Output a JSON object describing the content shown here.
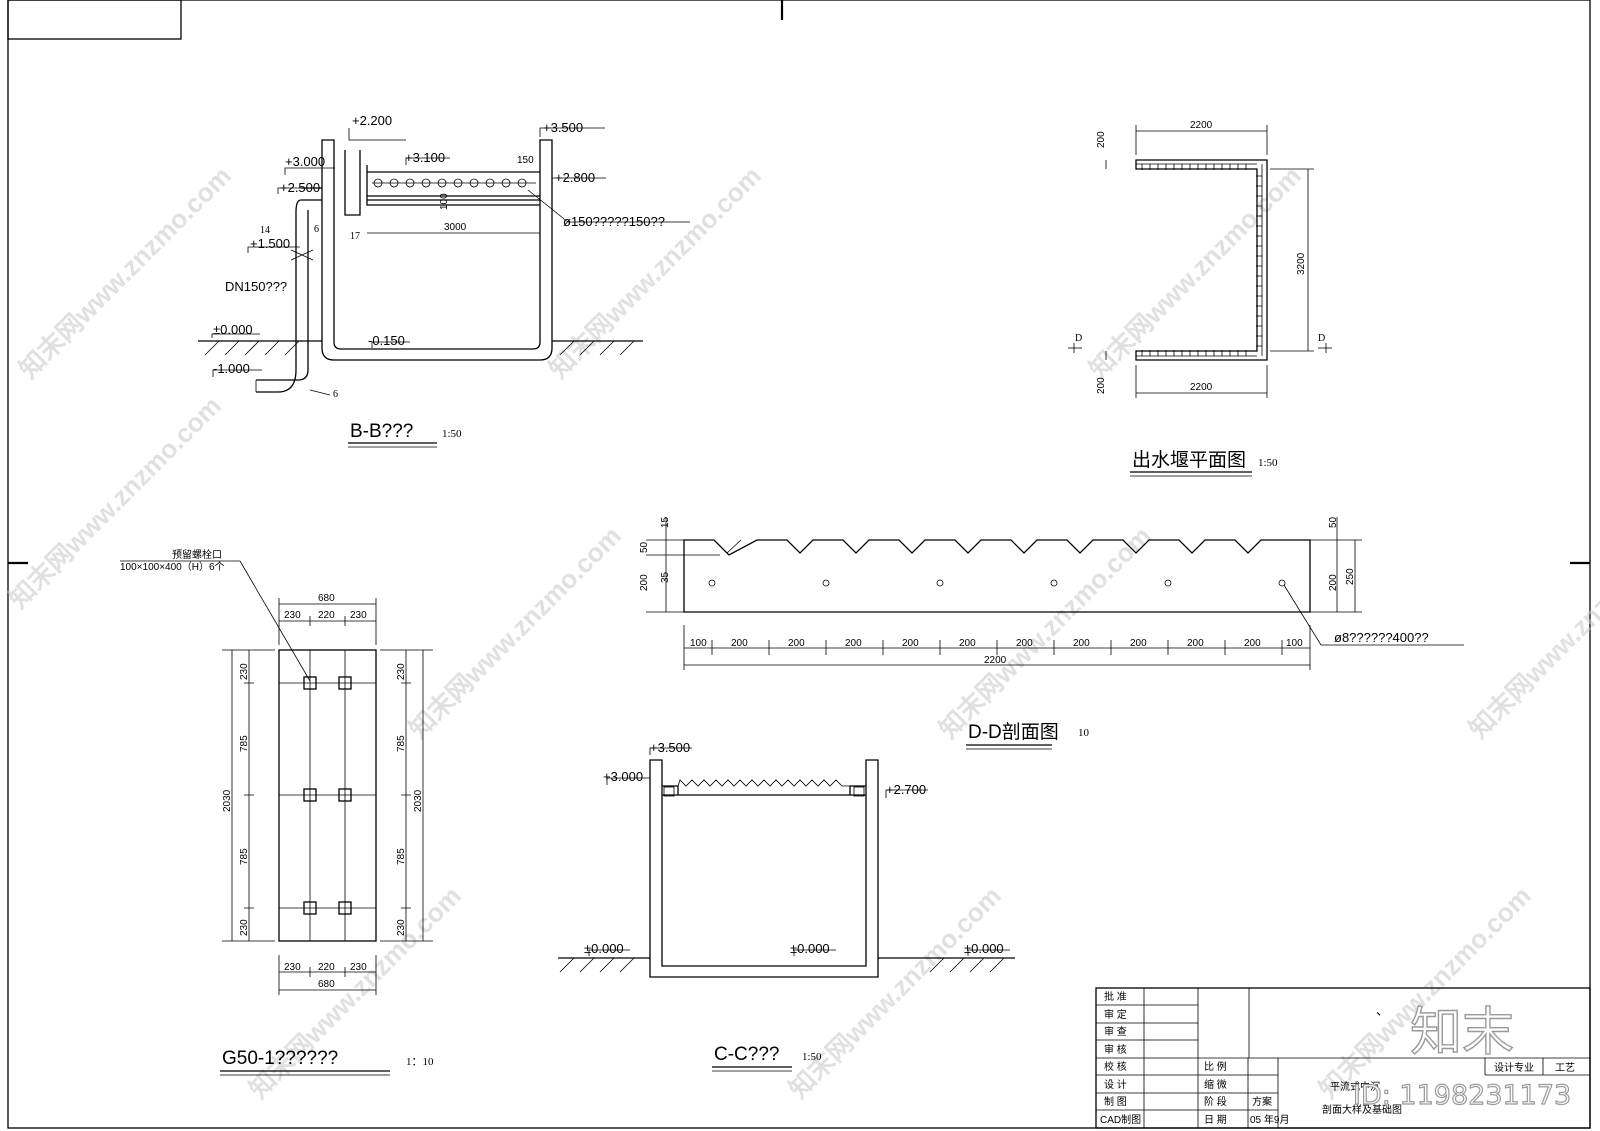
{
  "sections": {
    "bb": {
      "title": "B-B???",
      "scale": "1:50",
      "elevations": [
        "+2.200",
        "+3.500",
        "+3.000",
        "+3.100",
        "+2.500",
        "+2.800",
        "+1.500",
        "±0.000",
        "-0.150",
        "-1.000"
      ],
      "dims": [
        "150",
        "100",
        "3000"
      ],
      "callouts": [
        "14",
        "6",
        "17",
        "6"
      ],
      "pipe_label": "DN150???",
      "pipe_note": "ø150?????150??"
    },
    "weir_plan": {
      "title": "出水堰平面图",
      "scale": "1:50",
      "dims": [
        "2200",
        "200",
        "3200",
        "2200",
        "200"
      ],
      "cut": [
        "D",
        "D"
      ]
    },
    "dd": {
      "title": "D-D剖面图",
      "scale": "10",
      "left_dims": [
        "15",
        "50",
        "35",
        "200"
      ],
      "right_dims": [
        "50",
        "200",
        "250"
      ],
      "bottom_dims": [
        "100",
        "200",
        "200",
        "200",
        "200",
        "200",
        "200",
        "200",
        "200",
        "200",
        "200",
        "100"
      ],
      "total": "2200",
      "hole_note": "ø8??????400??"
    },
    "g50": {
      "title": "G50-1??????",
      "scale": "1：10",
      "note_line1": "预留螺栓口",
      "note_line2": "100×100×400（H）6个",
      "top_total": "680",
      "top_parts": [
        "230",
        "220",
        "230"
      ],
      "bottom_parts": [
        "230",
        "220",
        "230"
      ],
      "bottom_total": "680",
      "side_parts": [
        "230",
        "785",
        "785",
        "230"
      ],
      "side_total": "2030"
    },
    "cc": {
      "title": "C-C???",
      "scale": "1:50",
      "elevations": [
        "+3.500",
        "+3.000",
        "+2.700",
        "±0.000",
        "±0.000",
        "±0.000"
      ]
    }
  },
  "title_block": {
    "roles": [
      "批 准",
      "审 定",
      "审 查",
      "审 核",
      "校 核",
      "设 计",
      "制 图",
      "CAD制图"
    ],
    "fields": [
      "比 例",
      "缩 微",
      "阶 段",
      "日 期"
    ],
    "stage_value": "方案",
    "date_value": "05 年9月",
    "project": "平流式中沉",
    "drawing_name": "剖面大样及基础图",
    "discipline_label": "设计专业",
    "discipline_value": "工艺",
    "mark": "、"
  },
  "overlay": {
    "logo": "知末",
    "id_text": "ID: 1198231173",
    "watermark": "知末网www.znzmo.com"
  }
}
